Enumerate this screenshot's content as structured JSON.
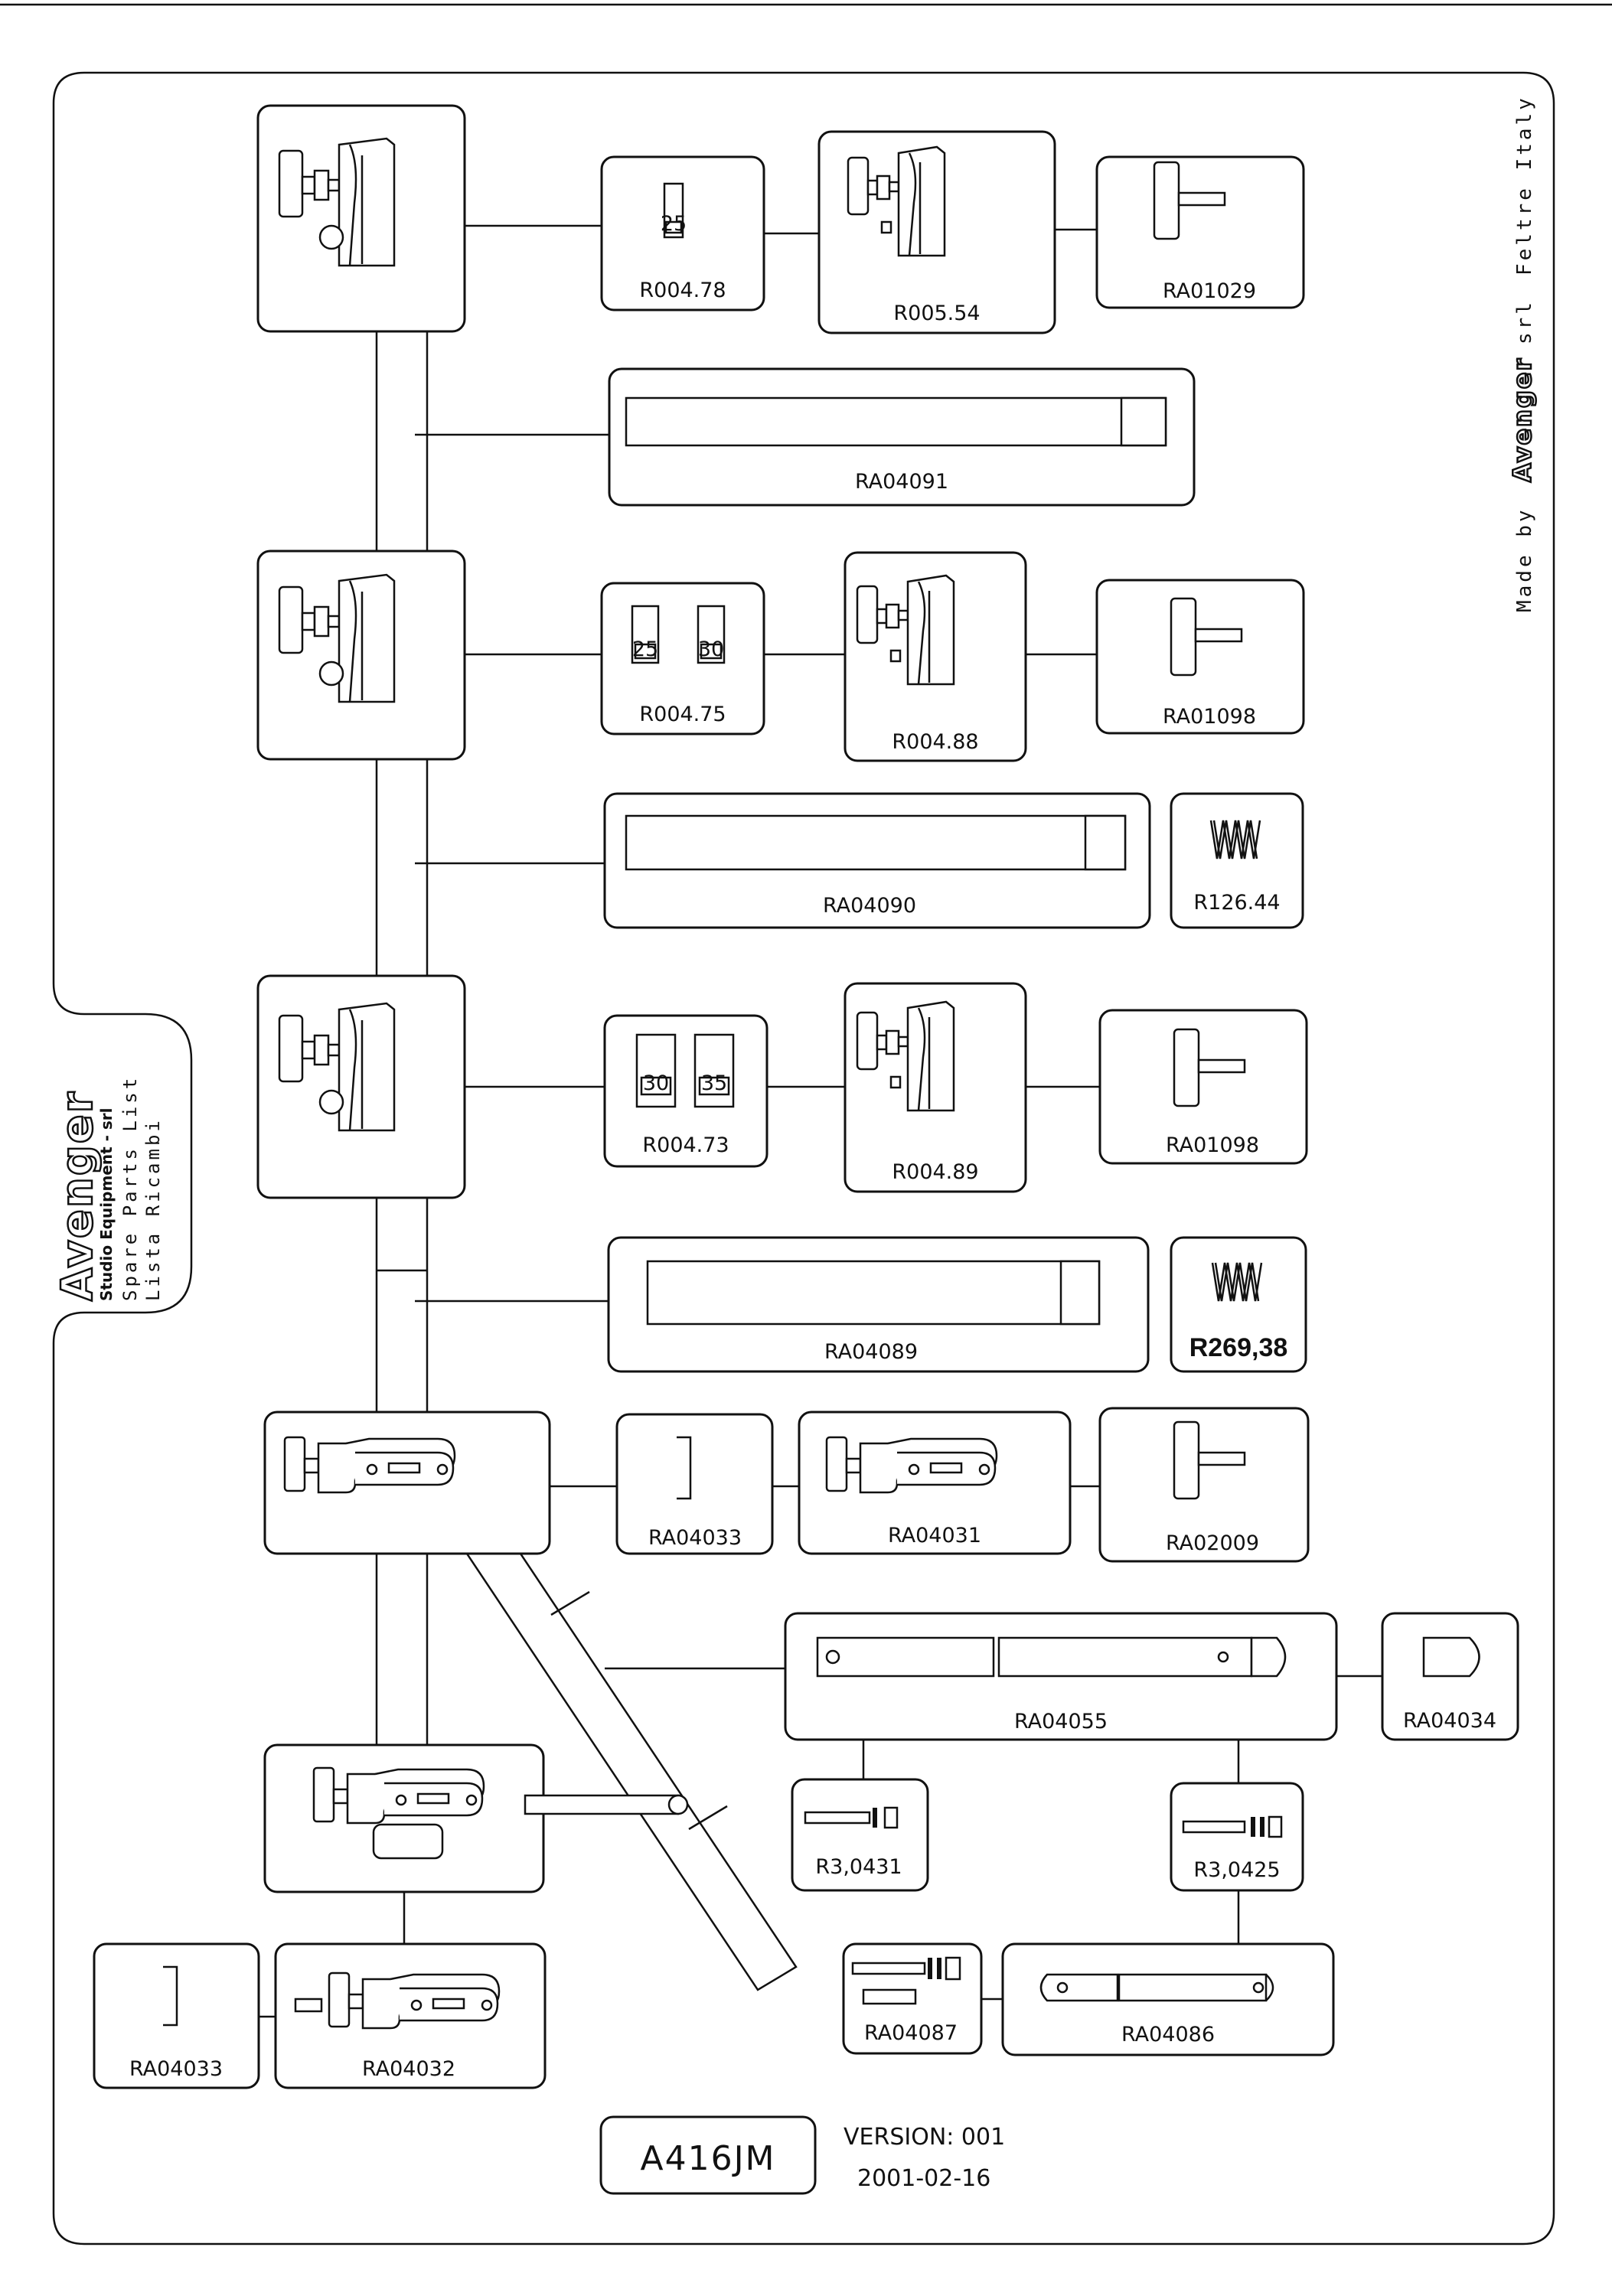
{
  "credit": {
    "made_by": "Made by",
    "brand": "Avenger",
    "company": "srl",
    "location": "Feltre Italy"
  },
  "title_block": {
    "brand": "Avenger",
    "company": "Studio Equipment - srl",
    "line1": "Spare Parts List",
    "line2": "Lista Ricambi"
  },
  "parts": {
    "r00478": "R004.78",
    "r00554": "R005.54",
    "ra01029": "RA01029",
    "ra04091": "RA04091",
    "r00475": "R004.75",
    "r00488": "R004.88",
    "ra01098_a": "RA01098",
    "ra04090": "RA04090",
    "r12644": "R126.44",
    "r00473": "R004.73",
    "r00489": "R004.89",
    "ra01098_b": "RA01098",
    "ra04089": "RA04089",
    "r26938": "R269,38",
    "ra04033_a": "RA04033",
    "ra04031": "RA04031",
    "ra02009": "RA02009",
    "ra04055": "RA04055",
    "ra04034": "RA04034",
    "r30431": "R3,0431",
    "r30425": "R3,0425",
    "ra04087": "RA04087",
    "ra04086": "RA04086",
    "ra04033_b": "RA04033",
    "ra04032": "RA04032"
  },
  "insert_marks": {
    "a": "25",
    "b1": "25",
    "b2": "30",
    "c1": "30",
    "c2": "35"
  },
  "footer": {
    "model": "A416JM",
    "version": "VERSION: 001",
    "date": "2001-02-16"
  }
}
